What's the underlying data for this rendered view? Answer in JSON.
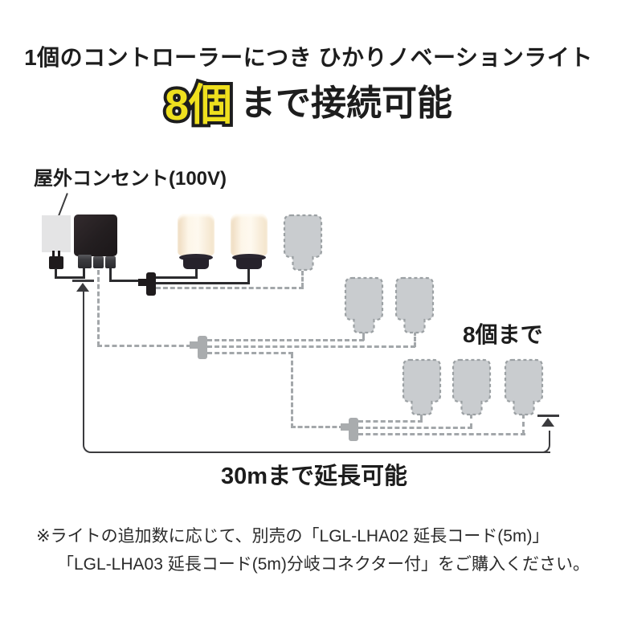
{
  "header": {
    "line1": "1個のコントローラーにつき ひかりノベーションライト",
    "line2_highlight": "8個",
    "line2_rest": "まで接続可能",
    "highlight_color": "#efe01e"
  },
  "diagram": {
    "outlet_label": "屋外コンセント(100V)",
    "max_label": "8個まで",
    "extension_label": "30mまで延長可能",
    "lit_light_count": 2,
    "ghost_light_count": 6,
    "components": {
      "outlet": "outdoor-outlet-100v",
      "controller": "controller-box",
      "plug": "power-plug",
      "splitter": "branch-connector",
      "light": "hikari-novation-light",
      "ghost_light": "additional-light-placeholder",
      "measure_arrows": "30m-extension-span"
    }
  },
  "footer": {
    "line1": "※ライトの追加数に応じて、別売の「LGL-LHA02 延長コード(5m)」",
    "line2": "「LGL-LHA03 延長コード(5m)分岐コネクター付」をご購入ください。"
  },
  "colors": {
    "highlight_yellow": "#efe01e",
    "text_black": "#1d1d1d",
    "lamp_shade_cream": "#fdf6e9",
    "lamp_base_dark": "#26222b",
    "ghost_gray_fill": "#c9cccf",
    "ghost_gray_stroke": "#9ba0a3",
    "cable_solid": "#2b2b2e",
    "cable_dashed": "#a3a7aa",
    "outlet_gray": "#e4e4e5",
    "measure_line": "#3b3b3e"
  }
}
